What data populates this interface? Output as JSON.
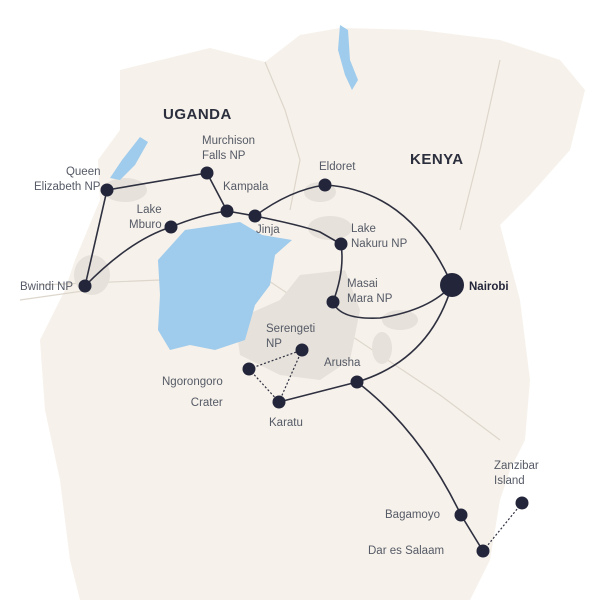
{
  "countries": {
    "uganda": "UGANDA",
    "kenya": "KENYA"
  },
  "colors": {
    "land": "#f6f1ea",
    "park": "#e6e1da",
    "water": "#9fcbec",
    "route": "#2e3040",
    "node": "#23253a",
    "border": "#d9d3cb"
  },
  "places": {
    "queen_elizabeth": "Queen\nElizabeth NP",
    "murchison": "Murchison\nFalls NP",
    "kampala": "Kampala",
    "lake_mburo": "Lake\nMburo",
    "jinja": "Jinja",
    "bwindi": "Bwindi NP",
    "eldoret": "Eldoret",
    "lake_nakuru": "Lake\nNakuru NP",
    "masai_mara": "Masai\nMara NP",
    "nairobi": "Nairobi",
    "serengeti": "Serengeti\nNP",
    "ngorongoro": "Ngorongoro\n\nCrater",
    "arusha": "Arusha",
    "karatu": "Karatu",
    "bagamoyo": "Bagamoyo",
    "dar_es_salaam": "Dar es Salaam",
    "zanzibar": "Zanzibar\nIsland"
  }
}
